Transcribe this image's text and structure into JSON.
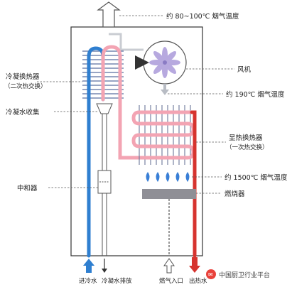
{
  "labels": {
    "exhaust_temp": "约 80~100℃ 烟气温度",
    "condensing_hx_line1": "冷凝换热器",
    "condensing_hx_line2": "（二次热交换）",
    "fan": "风机",
    "fan_temp": "约 190℃ 烟气温度",
    "condensate_collect": "冷凝水收集",
    "primary_hx_line1": "显热换热器",
    "primary_hx_line2": "（一次热交换）",
    "neutralizer": "中和器",
    "burner_temp": "约 1500℃ 烟气温度",
    "burner": "燃烧器",
    "cold_in": "进冷水",
    "condensate_drain": "冷凝水排放",
    "gas_in": "燃气入口",
    "hot_out": "出热水",
    "watermark": "中国厨卫行业平台"
  },
  "colors": {
    "cold_water": "#2f7fd0",
    "hot_water": "#d6342f",
    "pipe_pink": "#f3a4b3",
    "flame": "#3a7fd6",
    "arrow_gray": "#b8bcc4",
    "frame": "#333333"
  }
}
